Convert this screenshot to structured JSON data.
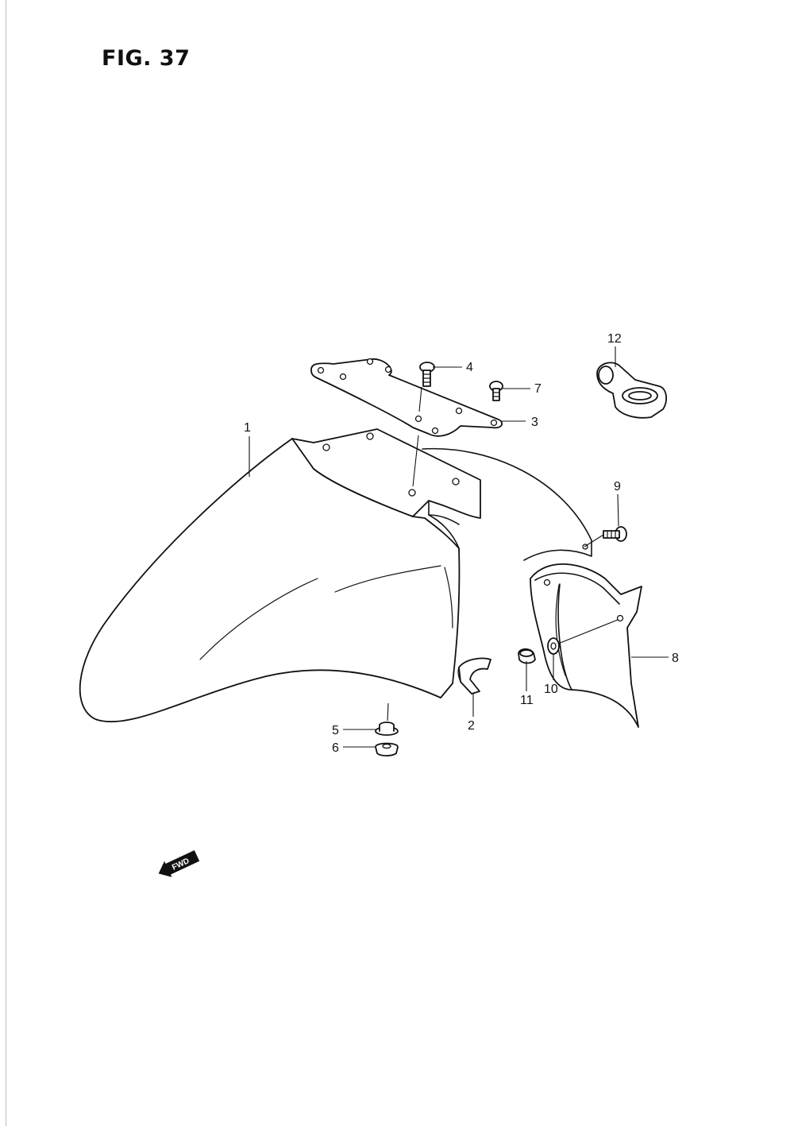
{
  "figure": {
    "title": "FIG. 37"
  },
  "callouts": [
    "1",
    "2",
    "3",
    "4",
    "5",
    "6",
    "7",
    "8",
    "9",
    "10",
    "11",
    "12"
  ],
  "direction_marker": {
    "label": "FWD",
    "icon": "arrow-left-icon"
  },
  "colors": {
    "ink": "#111111",
    "paper": "#ffffff"
  }
}
